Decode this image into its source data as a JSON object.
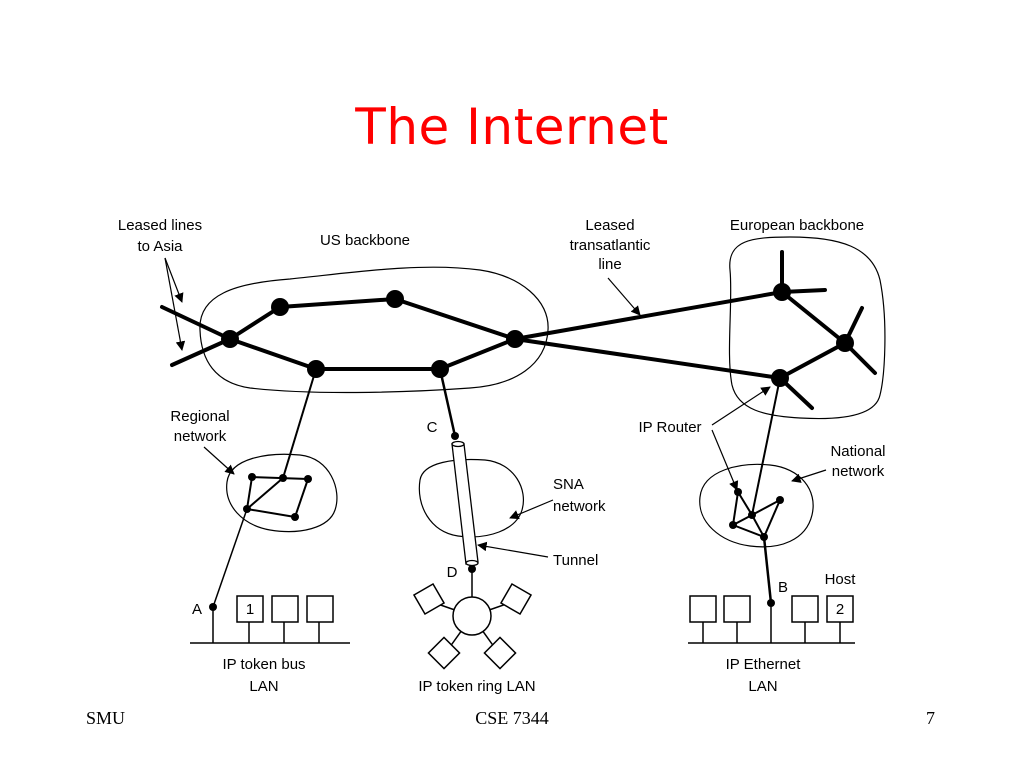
{
  "slide": {
    "title": "The Internet"
  },
  "labels": {
    "leased_lines_1": "Leased lines",
    "leased_lines_2": "to Asia",
    "us_backbone": "US backbone",
    "leased_trans_1": "Leased",
    "leased_trans_2": "transatlantic",
    "leased_trans_3": "line",
    "european_backbone": "European backbone",
    "regional_1": "Regional",
    "regional_2": "network",
    "point_c": "C",
    "sna_1": "SNA",
    "sna_2": "network",
    "tunnel": "Tunnel",
    "point_d": "D",
    "ip_router": "IP Router",
    "national_1": "National",
    "national_2": "network",
    "host": "Host",
    "point_b": "B",
    "point_a": "A",
    "host_box_1": "1",
    "host_box_2": "2",
    "bus_lan_1": "IP token bus",
    "bus_lan_2": "LAN",
    "ring_lan": "IP token ring LAN",
    "eth_lan_1": "IP Ethernet",
    "eth_lan_2": "LAN"
  },
  "footer": {
    "left": "SMU",
    "center": "CSE 7344",
    "right": "7"
  }
}
